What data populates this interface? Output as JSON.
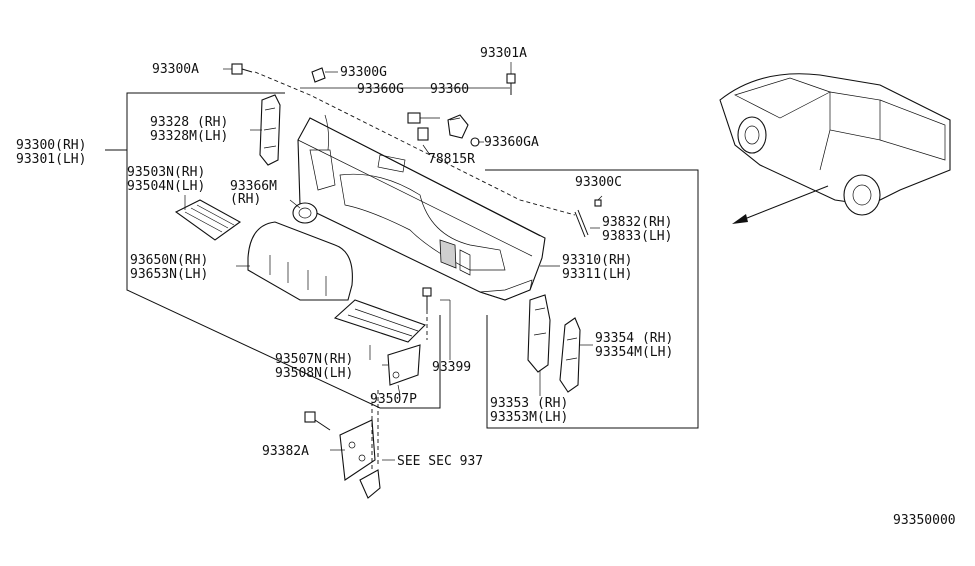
{
  "labels": {
    "p93300A": "93300A",
    "p93300G": "93300G",
    "p93301A": "93301A",
    "p93360G": "93360G",
    "p93360": "93360",
    "p93360GA": "93360GA",
    "p78815R": "78815R",
    "p93328": "93328 (RH)",
    "p93328M": "93328M(LH)",
    "p93300": "93300(RH)",
    "p93301": "93301(LH)",
    "p93503N": "93503N(RH)",
    "p93504N": "93504N(LH)",
    "p93366M": "93366M",
    "p93366M_side": "(RH)",
    "p93300C": "93300C",
    "p93832": "93832(RH)",
    "p93833": "93833(LH)",
    "p93650N": "93650N(RH)",
    "p93653N": "93653N(LH)",
    "p93310": "93310(RH)",
    "p93311": "93311(LH)",
    "p93354": "93354 (RH)",
    "p93354M": "93354M(LH)",
    "p93507N": "93507N(RH)",
    "p93508N": "93508N(LH)",
    "p93399": "93399",
    "p93507P": "93507P",
    "p93353": "93353 (RH)",
    "p93353M": "93353M(LH)",
    "p93382A": "93382A",
    "see_sec": "SEE SEC 937",
    "diagram_code": "93350000"
  }
}
